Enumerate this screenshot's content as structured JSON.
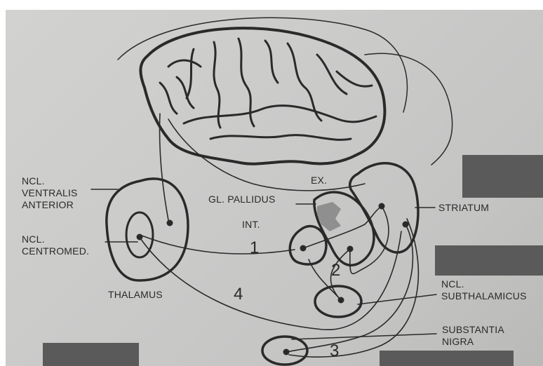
{
  "labels": {
    "ncl_ventralis_anterior": "NCL.\nVENTRALIS\nANTERIOR",
    "ncl_centromed": "NCL.\nCENTROMED.",
    "thalamus": "THALAMUS",
    "gl_pallidus": "GL. PALLIDUS",
    "ex": "EX.",
    "int": "INT.",
    "striatum": "STRIATUM",
    "ncl_subthalamicus": "NCL.\nSUBTHALAMICUS",
    "substantia_nigra": "SUBSTANTIA\nNIGRA"
  },
  "pathway_numbers": [
    "1",
    "2",
    "3",
    "4"
  ],
  "colors": {
    "ink": "#2a2a2a",
    "page": "#cbcbca",
    "redaction": "#5a5a5a",
    "pallidus_patch": "#8f8f8f"
  }
}
